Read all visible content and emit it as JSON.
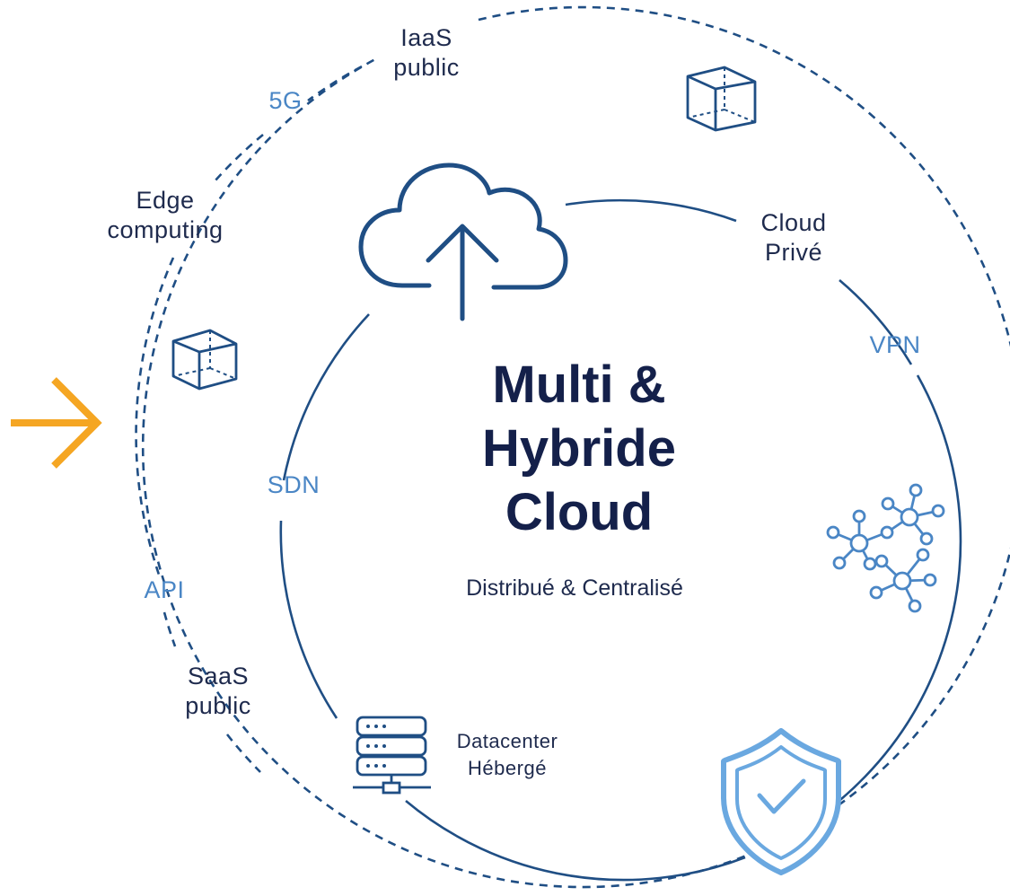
{
  "diagram": {
    "title": "Multi &\nHybride\nCloud",
    "subtitle": "Distribué & Centralisé",
    "labels": {
      "iaas_public": "IaaS\npublic",
      "five_g": "5G",
      "edge_computing": "Edge\ncomputing",
      "api": "API",
      "saas_public": "SaaS\npublic",
      "cloud_prive": "Cloud\nPrivé",
      "vpn": "VPN",
      "sdn": "SDN",
      "datacenter": "Datacenter\nHébergé"
    },
    "icons": [
      "cloud-upload-icon",
      "cube-icon",
      "network-nodes-icon",
      "server-rack-icon",
      "shield-check-icon",
      "arrow-right-icon"
    ],
    "colors": {
      "navy": "#1e2a4d",
      "line_blue": "#1f4e84",
      "accent_blue": "#4a86c5",
      "shield_blue": "#6aa8e0",
      "arrow_orange": "#f5a623"
    }
  }
}
